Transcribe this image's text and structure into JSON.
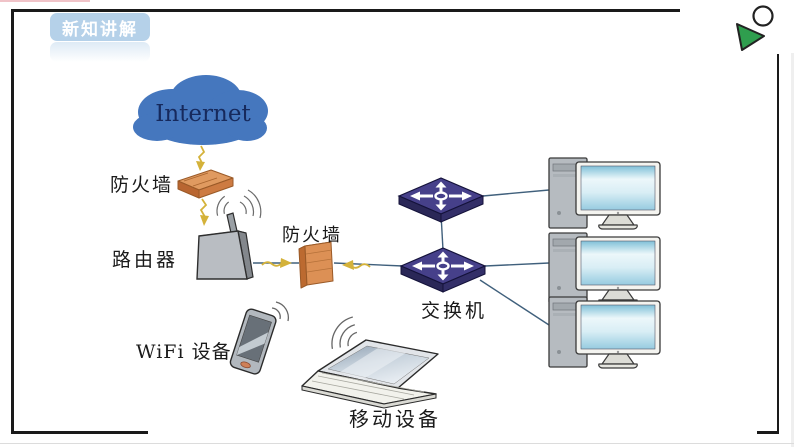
{
  "slide": {
    "badge": {
      "label": "新知讲解",
      "bg_color": "#b5d1e9",
      "text_color": "#ffffff"
    },
    "corner_logo": {
      "icon": "green-cursor-with-circle-icon",
      "green": "#2f9e4e"
    },
    "frame_color": "#1a1a1a",
    "top_accent_color": "#f0c3c8"
  },
  "diagram": {
    "internet_label": "Internet",
    "firewall_top_label": "防火墙",
    "firewall_mid_label": "防火墙",
    "router_label": "路由器",
    "switch_label": "交换机",
    "wifi_device_label": "WiFi 设备",
    "mobile_device_label": "移动设备",
    "node_icons": [
      "internet-cloud-icon",
      "firewall-brick-icon",
      "router-icon",
      "firewall-brick-icon",
      "switch-icon",
      "switch-icon",
      "desktop-computer-icon",
      "desktop-computer-icon",
      "desktop-computer-icon",
      "smartphone-icon",
      "laptop-icon",
      "wifi-waves-icon",
      "lightning-arrow-icon"
    ],
    "colors": {
      "cloud_blue": "#4577be",
      "internet_text": "#16295c",
      "brick_orange": "#dd9055",
      "switch_purple": "#46408a",
      "router_gray": "#b9bdc2",
      "monitor_screen_blue": "#9fd0e4",
      "lightning_yellow": "#d4b23a",
      "line_color": "#40607c"
    }
  }
}
